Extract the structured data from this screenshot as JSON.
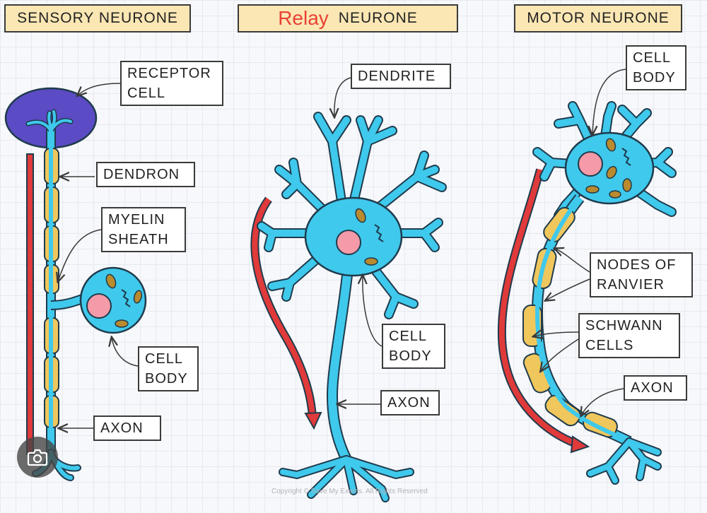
{
  "titles": {
    "sensory": "SENSORY NEURONE",
    "relay_red": "Relay",
    "relay_rest": "NEURONE",
    "motor": "MOTOR NEURONE"
  },
  "labels": {
    "receptor_cell": [
      "RECEPTOR",
      "CELL"
    ],
    "dendron": "DENDRON",
    "myelin_sheath": [
      "MYELIN",
      "SHEATH"
    ],
    "sensory_cell_body": [
      "CELL",
      "BODY"
    ],
    "sensory_axon": "AXON",
    "dendrite": "DENDRITE",
    "relay_cell_body": [
      "CELL",
      "BODY"
    ],
    "relay_axon": "AXON",
    "motor_cell_body": [
      "CELL",
      "BODY"
    ],
    "nodes_of_ranvier": [
      "NODES OF",
      "RANVIER"
    ],
    "schwann_cells": [
      "SCHWANN",
      "CELLS"
    ],
    "motor_axon": "AXON"
  },
  "copyright": "Copyright © Save My Exams. All Rights Reserved",
  "colors": {
    "neuron": "#3fc9ec",
    "outline": "#1f3b4d",
    "myelin": "#f0c75c",
    "nucleus": "#f49aa8",
    "receptor": "#5b4bc4",
    "arrow": "#e03a3a",
    "title_bg": "#fbe7b4"
  },
  "icons": {
    "lens": "camera-lens-icon"
  }
}
